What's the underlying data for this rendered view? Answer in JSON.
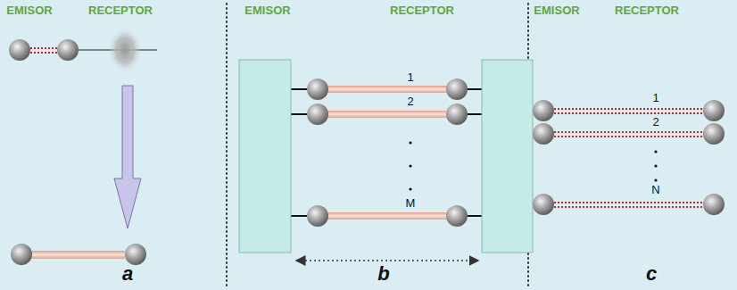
{
  "diagram": {
    "labels": [
      "EMISOR",
      "RECEPTOR",
      "a",
      "EMISOR",
      "RECEPTOR",
      "1",
      "2",
      "M",
      "b",
      "EMISOR",
      "RECEPTOR",
      "1",
      "2",
      "N",
      "c"
    ]
  }
}
